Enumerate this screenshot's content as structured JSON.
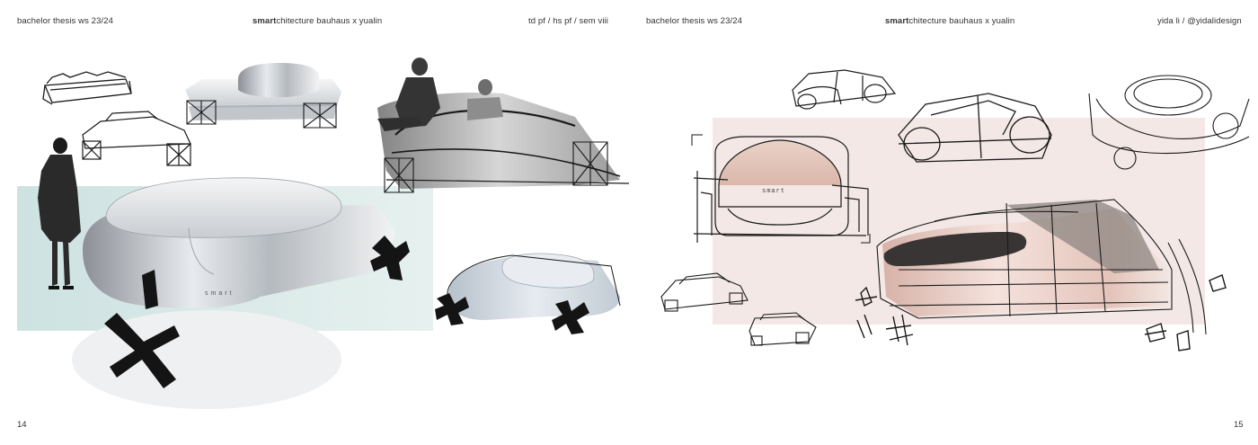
{
  "left_page": {
    "header_left": "bachelor thesis ws 23/24",
    "header_center_bold": "smart",
    "header_center_rest": "chitecture bauhaus x yualin",
    "header_right": "td pf  /  hs pf  /  sem viii",
    "page_number": "14",
    "car_badge": "smart"
  },
  "right_page": {
    "header_left": "bachelor thesis ws 23/24",
    "header_center_bold": "smart",
    "header_center_rest": "chitecture bauhaus x yualin",
    "header_right": "yida li  /  @yidalidesign",
    "page_number": "15",
    "car_badge": "smart"
  },
  "colors": {
    "mint_panel": "#dceceb",
    "blush_panel": "#f3e8e5",
    "pink_shade": "#e7c9be",
    "ink": "#1a1a1a"
  }
}
